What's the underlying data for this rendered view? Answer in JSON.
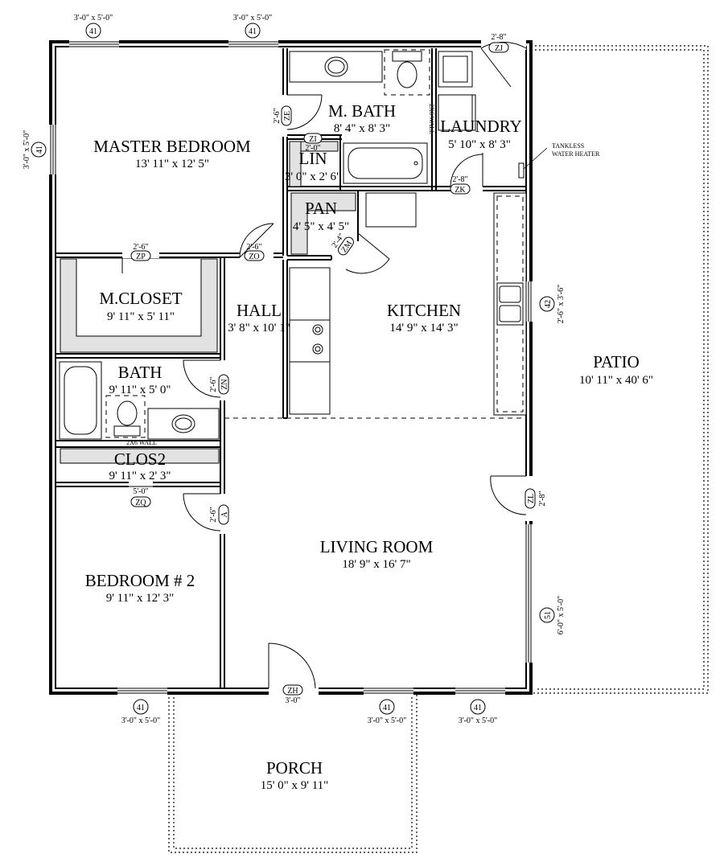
{
  "rooms": {
    "master_bedroom": {
      "name": "MASTER BEDROOM",
      "dim": "13' 11\" x 12' 5\""
    },
    "m_bath": {
      "name": "M. BATH",
      "dim": "8' 4\" x 8' 3\""
    },
    "laundry": {
      "name": "LAUNDRY",
      "dim": "5' 10\" x 8' 3\""
    },
    "lin": {
      "name": "LIN",
      "dim": "3' 0\" x 2' 6\""
    },
    "pan": {
      "name": "PAN",
      "dim": "4' 5\" x 4' 5\""
    },
    "m_closet": {
      "name": "M.CLOSET",
      "dim": "9' 11\" x 5' 11\""
    },
    "hall": {
      "name": "HALL",
      "dim": "3' 8\" x 10' 1\""
    },
    "kitchen": {
      "name": "KITCHEN",
      "dim": "14' 9\" x 14' 3\""
    },
    "bath": {
      "name": "BATH",
      "dim": "9' 11\" x 5' 0\""
    },
    "clos2": {
      "name": "CLOS2",
      "dim": "9' 11\" x 2' 3\""
    },
    "living_room": {
      "name": "LIVING ROOM",
      "dim": "18' 9\" x 16' 7\""
    },
    "bedroom2": {
      "name": "BEDROOM # 2",
      "dim": "9' 11\" x 12' 3\""
    },
    "patio": {
      "name": "PATIO",
      "dim": "10' 11\" x 40' 6\""
    },
    "porch": {
      "name": "PORCH",
      "dim": "15' 0\" x 9' 11\""
    }
  },
  "windows": {
    "w_top_left": {
      "size": "3'-0\" x 5'-0\"",
      "tag": "41"
    },
    "w_top_mid": {
      "size": "3'-0\" x 5'-0\"",
      "tag": "41"
    },
    "w_left": {
      "size": "3'-0\" x 5'-0\"",
      "tag": "41"
    },
    "w_kitchen": {
      "size": "2'-6\" x 3'-6\"",
      "tag": "42"
    },
    "w_living_right": {
      "size": "6'-0\" x 5'-0\"",
      "tag": "51"
    },
    "w_bot_left": {
      "size": "3'-0\" x 5'-0\"",
      "tag": "41"
    },
    "w_bot_mid": {
      "size": "3'-0\" x 5'-0\"",
      "tag": "41"
    },
    "w_bot_right": {
      "size": "3'-0\" x 5'-0\"",
      "tag": "41"
    }
  },
  "doors": {
    "zj": {
      "size": "2'-8\"",
      "tag": "ZJ"
    },
    "ze": {
      "size": "2'-6\"",
      "tag": "ZE"
    },
    "zi": {
      "size": "2'-0\"",
      "tag": "ZI"
    },
    "zk": {
      "size": "2'-8\"",
      "tag": "ZK"
    },
    "zp": {
      "size": "2'-6\"",
      "tag": "ZP"
    },
    "zo": {
      "size": "2'-6\"",
      "tag": "ZO"
    },
    "zm": {
      "size": "2'-4\"",
      "tag": "ZM"
    },
    "zn": {
      "size": "2'-6\"",
      "tag": "ZN"
    },
    "zq": {
      "size": "5'-0\"",
      "tag": "ZQ"
    },
    "a": {
      "size": "2'-6\"",
      "tag": "A"
    },
    "zl": {
      "size": "2'-8\"",
      "tag": "ZL"
    },
    "zh": {
      "size": "3'-0\"",
      "tag": "ZH"
    }
  },
  "notes": {
    "wall_2x6_top": "2X6 WALL",
    "wall_2x6_bath": "2X6 WALL",
    "tankless_1": "TANKLESS",
    "tankless_2": "WATER HEATER"
  }
}
